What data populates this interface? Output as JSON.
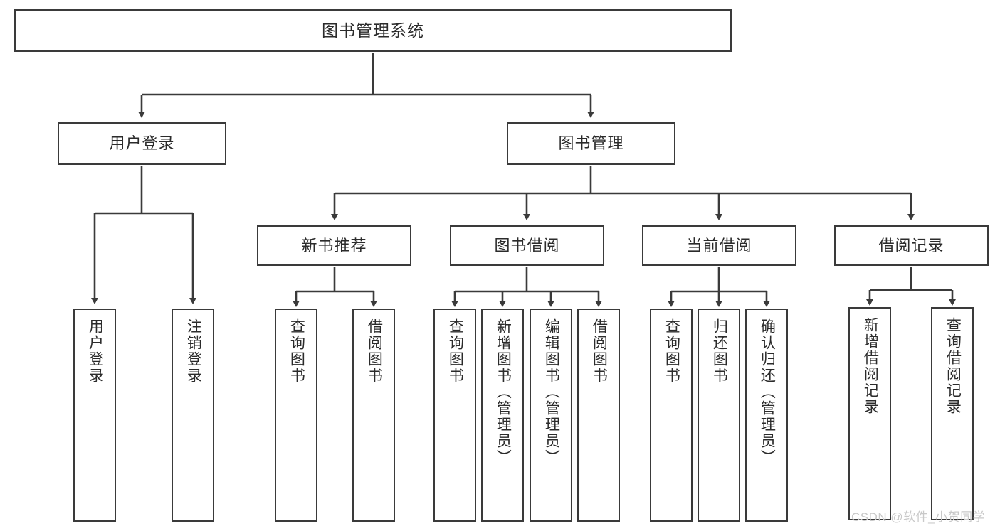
{
  "diagram": {
    "title": "图书管理系统",
    "watermark": "CSDN @软件_小贺同学",
    "colors": {
      "stroke": "#3a3a3a",
      "fill": "#ffffff",
      "text": "#2b2b2b",
      "watermark": "#c9c9c9"
    },
    "nodes": {
      "root": {
        "label": "图书管理系统"
      },
      "level1": [
        {
          "label": "用户登录"
        },
        {
          "label": "图书管理"
        }
      ],
      "level2": [
        {
          "label": "新书推荐"
        },
        {
          "label": "图书借阅"
        },
        {
          "label": "当前借阅"
        },
        {
          "label": "借阅记录"
        }
      ],
      "leaves": {
        "user_login": [
          {
            "label": "用户登录"
          },
          {
            "label": "注销登录"
          }
        ],
        "new_book_recommend": [
          {
            "label": "查询图书"
          },
          {
            "label": "借阅图书"
          }
        ],
        "book_borrow": [
          {
            "label": "查询图书"
          },
          {
            "label": "新增图书（管理员）"
          },
          {
            "label": "编辑图书（管理员）"
          },
          {
            "label": "借阅图书"
          }
        ],
        "current_borrow": [
          {
            "label": "查询图书"
          },
          {
            "label": "归还图书"
          },
          {
            "label": "确认归还（管理员）"
          }
        ],
        "borrow_record": [
          {
            "label": "新增借阅记录"
          },
          {
            "label": "查询借阅记录"
          }
        ]
      }
    }
  }
}
